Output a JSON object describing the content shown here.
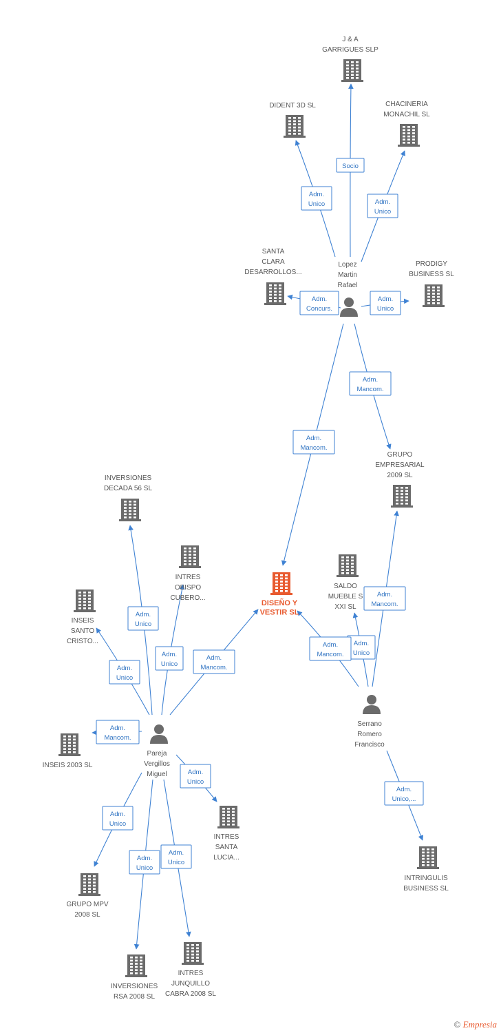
{
  "colors": {
    "company": "#6b6b6b",
    "focus": "#e85a2f",
    "person": "#6b6b6b",
    "edge": "#3f82d3",
    "edge_text": "#2f73c2",
    "label": "#555555"
  },
  "copyright": {
    "symbol": "©",
    "brand": "Empresia"
  },
  "nodes": [
    {
      "id": "jya",
      "type": "company",
      "label": [
        "J & A",
        "GARRIGUES SLP"
      ]
    },
    {
      "id": "dident",
      "type": "company",
      "label": [
        "DIDENT 3D SL"
      ]
    },
    {
      "id": "chacineria",
      "type": "company",
      "label": [
        "CHACINERIA",
        "MONACHIL SL"
      ]
    },
    {
      "id": "santaclara",
      "type": "company",
      "label": [
        "SANTA",
        "CLARA",
        "DESARROLLOS..."
      ]
    },
    {
      "id": "prodigy",
      "type": "company",
      "label": [
        "PRODIGY",
        "BUSINESS SL"
      ]
    },
    {
      "id": "lopez",
      "type": "person",
      "label": [
        "Lopez",
        "Martin",
        "Rafael"
      ]
    },
    {
      "id": "grupoemp",
      "type": "company",
      "label": [
        "GRUPO",
        "EMPRESARIAL",
        "2009 SL"
      ]
    },
    {
      "id": "diseno",
      "type": "focus",
      "label": [
        "DISEÑO Y",
        "VESTIR SL"
      ]
    },
    {
      "id": "saldo",
      "type": "company",
      "label": [
        "SALDO",
        "MUEBLE S",
        "XXI SL"
      ]
    },
    {
      "id": "invdecada",
      "type": "company",
      "label": [
        "INVERSIONES",
        "DECADA 56 SL"
      ]
    },
    {
      "id": "intresobispo",
      "type": "company",
      "label": [
        "INTRES",
        "OBISPO",
        "CUBERO..."
      ]
    },
    {
      "id": "inseissanto",
      "type": "company",
      "label": [
        "INSEIS",
        "SANTO",
        "CRISTO..."
      ]
    },
    {
      "id": "serrano",
      "type": "person",
      "label": [
        "Serrano",
        "Romero",
        "Francisco"
      ]
    },
    {
      "id": "pareja",
      "type": "person",
      "label": [
        "Pareja",
        "Vergillos",
        "Miguel"
      ]
    },
    {
      "id": "inseis2003",
      "type": "company",
      "label": [
        "INSEIS 2003 SL"
      ]
    },
    {
      "id": "intressanta",
      "type": "company",
      "label": [
        "INTRES",
        "SANTA",
        "LUCIA..."
      ]
    },
    {
      "id": "intringulis",
      "type": "company",
      "label": [
        "INTRINGULIS",
        "BUSINESS SL"
      ]
    },
    {
      "id": "grupompv",
      "type": "company",
      "label": [
        "GRUPO MPV",
        "2008 SL"
      ]
    },
    {
      "id": "invrsa",
      "type": "company",
      "label": [
        "INVERSIONES",
        "RSA 2008 SL"
      ]
    },
    {
      "id": "intresjunq",
      "type": "company",
      "label": [
        "INTRES",
        "JUNQUILLO",
        "CABRA 2008 SL"
      ]
    }
  ],
  "edges": [
    {
      "from": "lopez",
      "to": "jya",
      "label": [
        "Socio"
      ]
    },
    {
      "from": "lopez",
      "to": "dident",
      "label": [
        "Adm.",
        "Unico"
      ]
    },
    {
      "from": "lopez",
      "to": "chacineria",
      "label": [
        "Adm.",
        "Unico"
      ]
    },
    {
      "from": "lopez",
      "to": "santaclara",
      "label": [
        "Adm.",
        "Concurs."
      ]
    },
    {
      "from": "lopez",
      "to": "prodigy",
      "label": [
        "Adm.",
        "Unico"
      ]
    },
    {
      "from": "lopez",
      "to": "grupoemp",
      "label": [
        "Adm.",
        "Mancom."
      ]
    },
    {
      "from": "lopez",
      "to": "diseno",
      "label": [
        "Adm.",
        "Mancom."
      ]
    },
    {
      "from": "serrano",
      "to": "grupoemp",
      "label": [
        "Adm.",
        "Mancom."
      ]
    },
    {
      "from": "serrano",
      "to": "saldo",
      "label": [
        "Adm.",
        "Unico"
      ]
    },
    {
      "from": "serrano",
      "to": "diseno",
      "label": [
        "Adm.",
        "Mancom."
      ]
    },
    {
      "from": "serrano",
      "to": "intringulis",
      "label": [
        "Adm.",
        "Unico,..."
      ]
    },
    {
      "from": "pareja",
      "to": "diseno",
      "label": [
        "Adm.",
        "Mancom."
      ]
    },
    {
      "from": "pareja",
      "to": "invdecada",
      "label": [
        "Adm.",
        "Unico"
      ]
    },
    {
      "from": "pareja",
      "to": "intresobispo",
      "label": [
        "Adm.",
        "Unico"
      ]
    },
    {
      "from": "pareja",
      "to": "inseissanto",
      "label": [
        "Adm.",
        "Unico"
      ]
    },
    {
      "from": "pareja",
      "to": "inseis2003",
      "label": [
        "Adm.",
        "Mancom."
      ]
    },
    {
      "from": "pareja",
      "to": "intressanta",
      "label": [
        "Adm.",
        "Unico"
      ]
    },
    {
      "from": "pareja",
      "to": "grupompv",
      "label": [
        "Adm.",
        "Unico"
      ]
    },
    {
      "from": "pareja",
      "to": "invrsa",
      "label": [
        "Adm.",
        "Unico"
      ]
    },
    {
      "from": "pareja",
      "to": "intresjunq",
      "label": [
        "Adm.",
        "Unico"
      ]
    }
  ]
}
